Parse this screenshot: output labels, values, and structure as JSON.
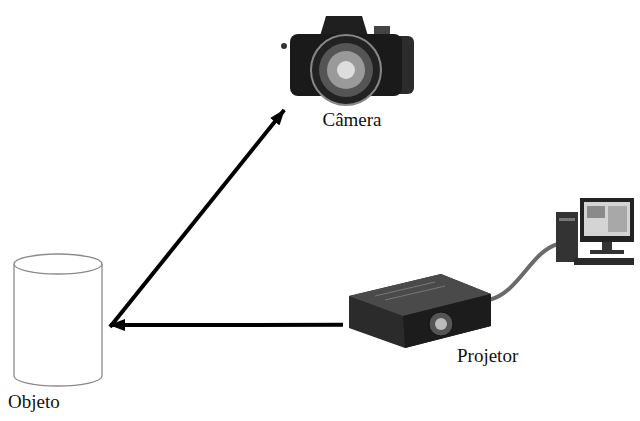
{
  "diagram": {
    "nodes": [
      {
        "text": [
          "Câmera"
        ]
      },
      {
        "text": [
          "Objeto"
        ]
      },
      {
        "text": [
          "Projetor"
        ]
      }
    ],
    "edges": [
      {
        "from": 2,
        "to": 1,
        "arrow": "to"
      },
      {
        "from": 1,
        "to": 0,
        "arrow": "to"
      }
    ]
  }
}
